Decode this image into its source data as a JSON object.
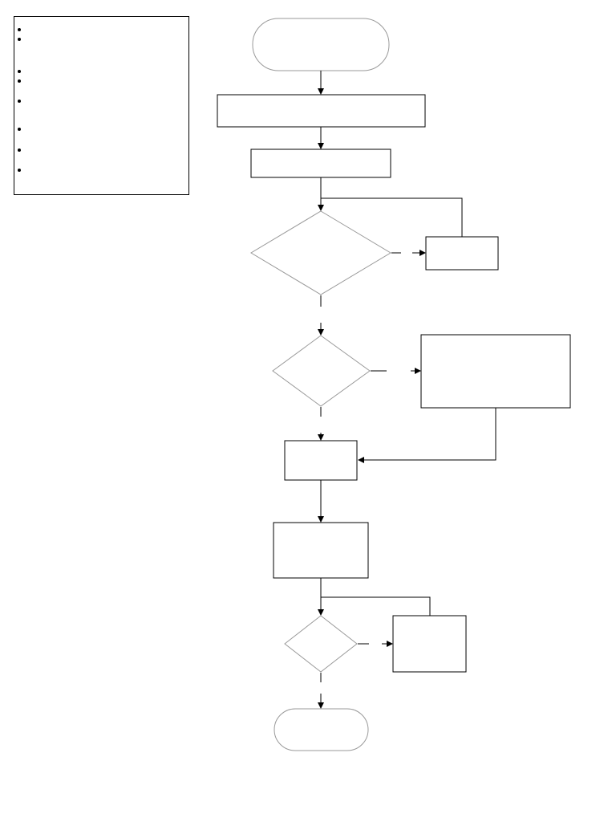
{
  "diagram": {
    "type": "flowchart",
    "legend": {
      "bullet_count": 8,
      "items": [
        "",
        "",
        "",
        "",
        "",
        "",
        "",
        ""
      ]
    },
    "nodes": [
      {
        "id": "start",
        "shape": "terminator",
        "label": ""
      },
      {
        "id": "process-1",
        "shape": "process",
        "label": ""
      },
      {
        "id": "process-2",
        "shape": "process",
        "label": ""
      },
      {
        "id": "decision-1",
        "shape": "decision",
        "label": ""
      },
      {
        "id": "side-process-1",
        "shape": "process",
        "label": ""
      },
      {
        "id": "decision-2",
        "shape": "decision",
        "label": ""
      },
      {
        "id": "side-process-2",
        "shape": "process",
        "label": ""
      },
      {
        "id": "process-3",
        "shape": "process",
        "label": ""
      },
      {
        "id": "process-4",
        "shape": "process",
        "label": ""
      },
      {
        "id": "decision-3",
        "shape": "decision",
        "label": ""
      },
      {
        "id": "side-process-3",
        "shape": "process",
        "label": ""
      },
      {
        "id": "end",
        "shape": "terminator",
        "label": ""
      }
    ],
    "edges": [
      {
        "from": "start",
        "to": "process-1",
        "style": "solid"
      },
      {
        "from": "process-1",
        "to": "process-2",
        "style": "solid"
      },
      {
        "from": "process-2",
        "to": "decision-1",
        "style": "solid"
      },
      {
        "from": "decision-1",
        "to": "side-process-1",
        "style": "dashed"
      },
      {
        "from": "side-process-1",
        "to": "decision-1",
        "style": "solid"
      },
      {
        "from": "decision-1",
        "to": "decision-2",
        "style": "dashed"
      },
      {
        "from": "decision-2",
        "to": "side-process-2",
        "style": "dashed"
      },
      {
        "from": "decision-2",
        "to": "process-3",
        "style": "dashed"
      },
      {
        "from": "side-process-2",
        "to": "process-3",
        "style": "solid"
      },
      {
        "from": "process-3",
        "to": "process-4",
        "style": "solid"
      },
      {
        "from": "process-4",
        "to": "decision-3",
        "style": "solid"
      },
      {
        "from": "decision-3",
        "to": "side-process-3",
        "style": "dashed"
      },
      {
        "from": "side-process-3",
        "to": "decision-3",
        "style": "solid"
      },
      {
        "from": "decision-3",
        "to": "end",
        "style": "dashed"
      }
    ],
    "colors": {
      "stroke": "#000000",
      "terminator_stroke": "#999999",
      "decision_stroke": "#999999"
    }
  }
}
